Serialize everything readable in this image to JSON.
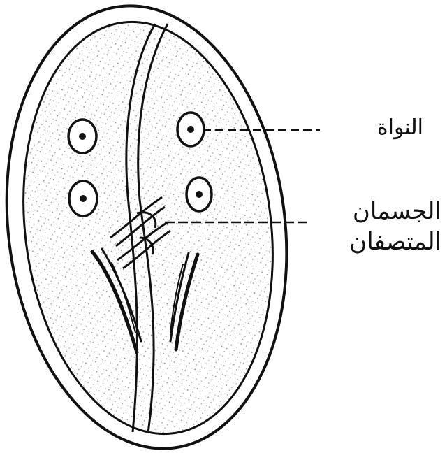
{
  "labels": {
    "nucleus": "النواة",
    "two_halves_line1": "الجسمان",
    "two_halves_line2": "المتصفان"
  },
  "colors": {
    "ink": "#111111",
    "stipple": "#8a8a8a",
    "background": "#ffffff"
  }
}
